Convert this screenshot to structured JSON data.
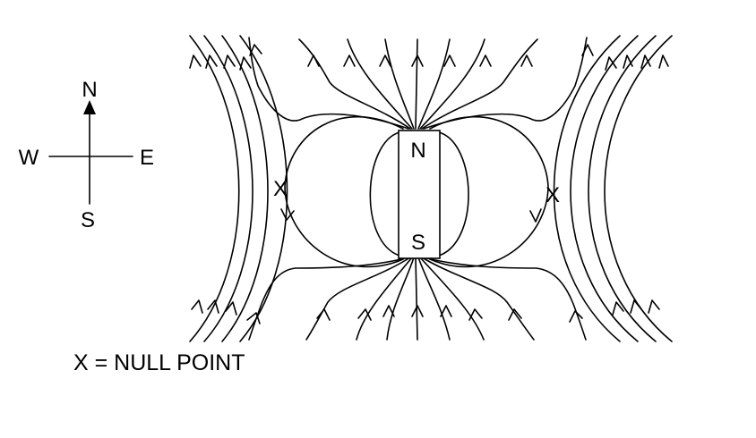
{
  "compass": {
    "north": "N",
    "south": "S",
    "east": "E",
    "west": "W"
  },
  "magnet": {
    "north_pole": "N",
    "south_pole": "S"
  },
  "null_points": {
    "left_marker": "X",
    "right_marker": "X"
  },
  "legend": {
    "text": "X = NULL POINT"
  }
}
